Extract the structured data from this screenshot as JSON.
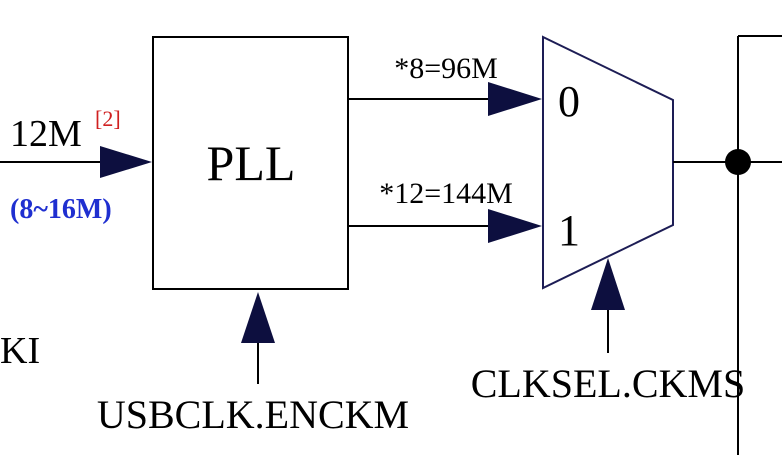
{
  "input": {
    "freq": "12M",
    "footnote": "[2]",
    "range": "(8~16M)",
    "side_label": "KI"
  },
  "pll": {
    "label": "PLL",
    "control": "USBCLK.ENCKM"
  },
  "outputs": [
    {
      "label": "*8=96M"
    },
    {
      "label": "*12=144M"
    }
  ],
  "mux": {
    "input0": "0",
    "input1": "1",
    "select": "CLKSEL.CKMS"
  },
  "colors": {
    "line": "#000000",
    "arrow": "#0d0f3f",
    "mux_outline": "#1d1d55",
    "range_text": "#1f2fd0",
    "footnote_text": "#d02020"
  }
}
